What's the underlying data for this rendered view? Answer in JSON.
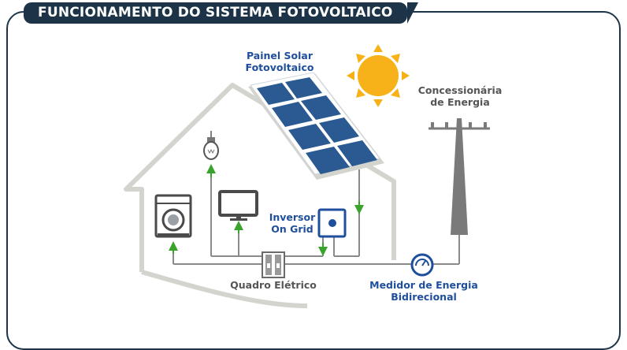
{
  "title": "FUNCIONAMENTO DO SISTEMA FOTOVOLTAICO",
  "labels": {
    "panel_line1": "Painel Solar",
    "panel_line2": "Fotovoltaico",
    "utility_line1": "Concessionária",
    "utility_line2": "de Energia",
    "inverter_line1": "Inversor",
    "inverter_line2": "On Grid",
    "breaker_panel": "Quadro Elétrico",
    "meter_line1": "Medidor de Energia",
    "meter_line2": "Bidirecional"
  },
  "colors": {
    "navy": "#1d3448",
    "blue_label": "#1f4f9c",
    "panel_blue": "#2b5a92",
    "house_gray": "#d4d4cf",
    "wire_gray": "#8a8a8a",
    "arrow_green": "#3aa32c",
    "sun_yellow": "#f7b21a",
    "text_gray": "#555555"
  }
}
